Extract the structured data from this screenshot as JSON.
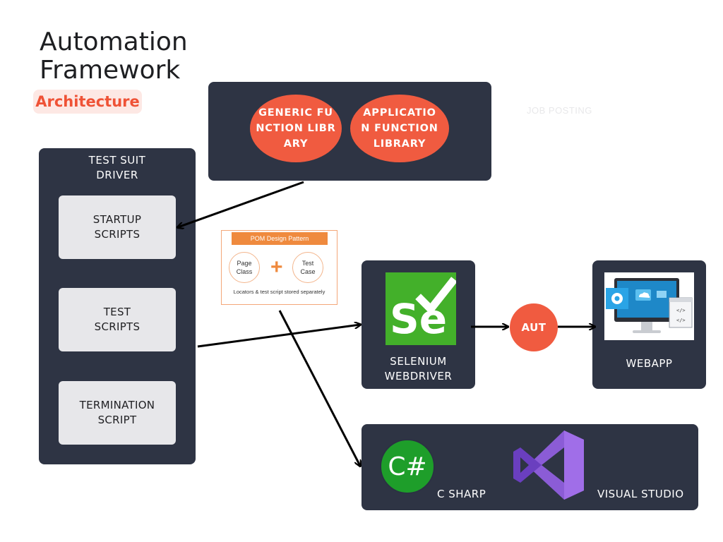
{
  "title_line1": "Automation",
  "title_line2": "Framework",
  "subtitle": "Architecture",
  "job_posting": "JOB POSTING",
  "libraries": [
    {
      "label": "GENERIC FUNCTION LIBRARY"
    },
    {
      "label": "APPLICATION FUNCTION LIBRARY"
    }
  ],
  "driver": {
    "label_line1": "TEST SUIT",
    "label_line2": "DRIVER",
    "scripts": [
      {
        "line1": "STARTUP",
        "line2": "SCRIPTS"
      },
      {
        "line1": "TEST",
        "line2": "SCRIPTS"
      },
      {
        "line1": "TERMINATION",
        "line2": "SCRIPT"
      }
    ]
  },
  "pom": {
    "header": "POM Design Pattern",
    "left_line1": "Page",
    "left_line2": "Class",
    "right_line1": "Test",
    "right_line2": "Case",
    "caption": "Locators & test script stored separately"
  },
  "selenium": {
    "logo_text": "Se",
    "label_line1": "SELENIUM",
    "label_line2": "WEBDRIVER"
  },
  "aut": "AUT",
  "webapp": {
    "label": "WEBAPP"
  },
  "tools": {
    "csharp_logo": "C#",
    "csharp_label": "C SHARP",
    "vs_label": "VISUAL STUDIO"
  },
  "colors": {
    "panel": "#2e3444",
    "accent": "#f05b40",
    "selenium_green": "#43b02a",
    "csharp_green": "#1e9e2a",
    "vs_purple": "#8b5cd6"
  }
}
